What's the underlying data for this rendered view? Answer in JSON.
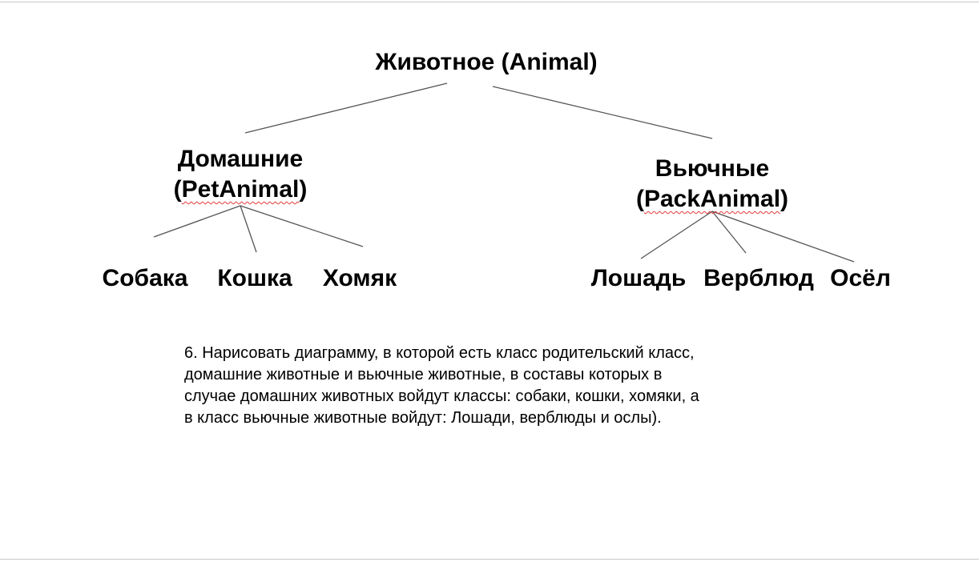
{
  "root": {
    "label": "Животное (Animal)"
  },
  "groups": [
    {
      "label_line1": "Домашние",
      "label_line2_paren_open": "(",
      "label_line2_name": "PetAnimal",
      "label_line2_paren_close": ")",
      "children": [
        "Собака",
        "Кошка",
        "Хомяк"
      ]
    },
    {
      "label_line1": "Вьючные",
      "label_line2_paren_open": "(",
      "label_line2_name": "PackAnimal",
      "label_line2_paren_close": ")",
      "children": [
        "Лошадь",
        "Верблюд",
        "Осёл"
      ]
    }
  ],
  "task": {
    "lines": [
      "6. Нарисовать диаграмму, в которой есть класс родительский класс,",
      "домашние животные и вьючные животные, в составы которых в",
      "случае домашних животных войдут классы: собаки, кошки, хомяки, а",
      "в класс вьючные животные войдут: Лошади, верблюды и ослы)."
    ]
  }
}
